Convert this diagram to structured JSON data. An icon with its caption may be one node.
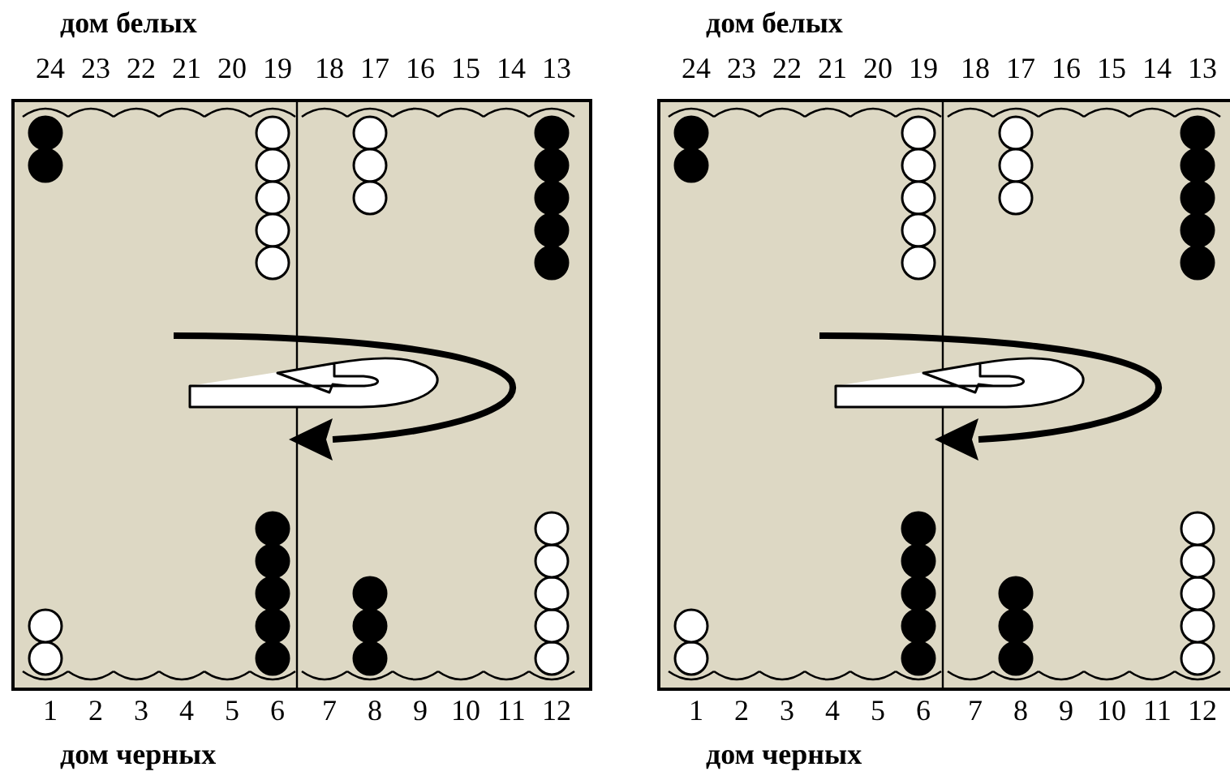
{
  "diagram": {
    "labels": [
      "дом белых",
      "дом белых",
      "24",
      "23",
      "22",
      "21",
      "20",
      "19",
      "18",
      "17",
      "16",
      "15",
      "14",
      "13",
      "24",
      "23",
      "22",
      "21",
      "20",
      "19",
      "18",
      "17",
      "16",
      "15",
      "14",
      "13",
      "1",
      "2",
      "3",
      "4",
      "5",
      "6",
      "7",
      "8",
      "9",
      "10",
      "11",
      "12",
      "1",
      "2",
      "3",
      "4",
      "5",
      "6",
      "7",
      "8",
      "9",
      "10",
      "11",
      "12",
      "дом черных",
      "дом черных"
    ]
  }
}
